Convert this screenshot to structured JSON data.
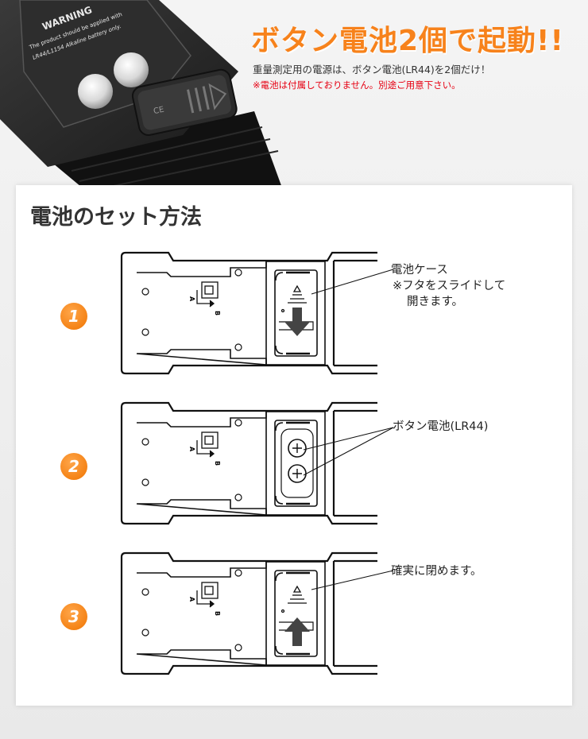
{
  "header": {
    "title": "ボタン電池2個で起動!!",
    "note": "重量測定用の電源は、ボタン電池(LR44)を2個だけ！",
    "warning": "※電池は付属しておりません。別途ご用意下さい。"
  },
  "photo": {
    "warning_label": "WARNING",
    "fine_print_1": "The product should be applied with",
    "fine_print_2": "LR44/L1154 Alkaline battery only.",
    "cover_mark": "CE"
  },
  "section": {
    "title": "電池のセット方法"
  },
  "device": {
    "label_a": "A",
    "label_b": "B"
  },
  "steps": [
    {
      "number": "1",
      "label_line1": "電池ケース",
      "label_line2": "※フタをスライドして",
      "label_line3": "開きます。"
    },
    {
      "number": "2",
      "label_line1": "ボタン電池(LR44)"
    },
    {
      "number": "3",
      "label_line1": "確実に閉めます。"
    }
  ],
  "colors": {
    "accent": "#f7821b",
    "warning": "#e60012",
    "step_badge": "#f07400"
  }
}
